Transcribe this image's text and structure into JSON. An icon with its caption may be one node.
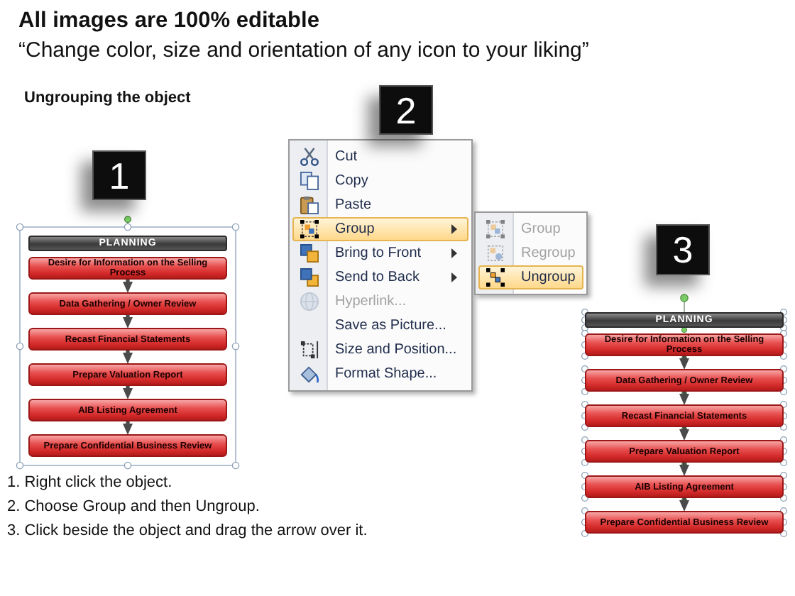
{
  "diagram": {
    "title": "All images are 100% editable",
    "nodes": [
      {
        "text": [
          "1"
        ]
      },
      {
        "text": [
          "PLANNING"
        ]
      },
      {
        "text": [
          "Desire for Information on the Selling Process"
        ]
      },
      {
        "text": [
          "Data Gathering / Owner Review"
        ]
      },
      {
        "text": [
          "Recast Financial Statements"
        ]
      },
      {
        "text": [
          "Prepare Valuation Report"
        ]
      },
      {
        "text": [
          "AIB Listing Agreement"
        ]
      },
      {
        "text": [
          "Prepare Confidential Business Review"
        ]
      },
      {
        "text": [
          "2"
        ]
      },
      {
        "text": [
          "Cut",
          "Copy",
          "Paste",
          "Group",
          "Bring to Front",
          "Send to Back",
          "Hyperlink...",
          "Save as Picture...",
          "Size and Position...",
          "Format Shape..."
        ]
      },
      {
        "text": [
          "Group",
          "Regroup",
          "Ungroup"
        ]
      },
      {
        "text": [
          "3"
        ]
      },
      {
        "text": [
          "PLANNING"
        ]
      },
      {
        "text": [
          "Desire for Information on the Selling Process"
        ]
      },
      {
        "text": [
          "Data Gathering / Owner Review"
        ]
      },
      {
        "text": [
          "Recast Financial Statements"
        ]
      },
      {
        "text": [
          "Prepare Valuation Report"
        ]
      },
      {
        "text": [
          "AIB Listing Agreement"
        ]
      },
      {
        "text": [
          "Prepare Confidential Business Review"
        ]
      }
    ],
    "edges": [
      {
        "from": 2,
        "to": 3,
        "arrow": "to"
      },
      {
        "from": 3,
        "to": 4,
        "arrow": "to"
      },
      {
        "from": 4,
        "to": 5,
        "arrow": "to"
      },
      {
        "from": 5,
        "to": 6,
        "arrow": "to"
      },
      {
        "from": 6,
        "to": 7,
        "arrow": "to"
      },
      {
        "from": 13,
        "to": 14,
        "arrow": "to"
      },
      {
        "from": 14,
        "to": 15,
        "arrow": "to"
      },
      {
        "from": 15,
        "to": 16,
        "arrow": "to"
      },
      {
        "from": 16,
        "to": 17,
        "arrow": "to"
      },
      {
        "from": 17,
        "to": 18,
        "arrow": "to"
      }
    ],
    "labels": [
      "“Change color, size and orientation of any icon to your liking”",
      "Ungrouping the object",
      "1. Right click the object.",
      "2. Choose Group and then Ungroup.",
      "3. Click beside the object and drag the arrow over it."
    ]
  }
}
